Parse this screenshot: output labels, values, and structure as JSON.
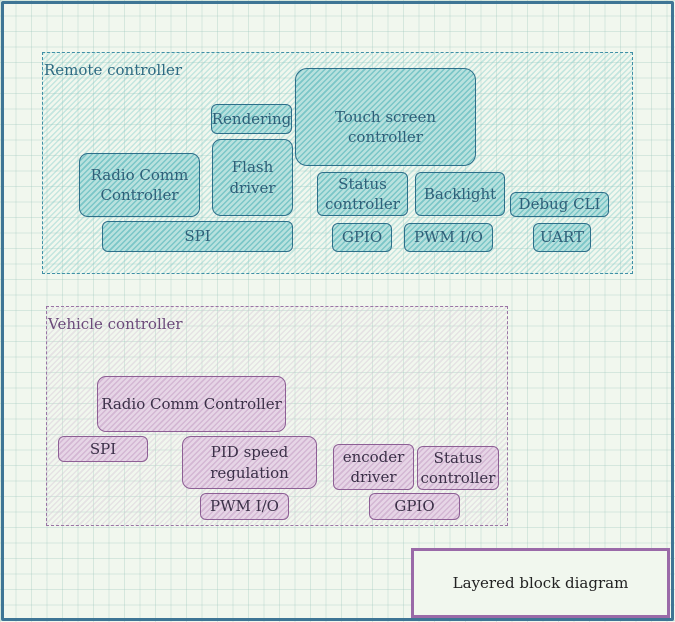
{
  "diagram": {
    "remote": {
      "label": "Remote controller",
      "blocks": {
        "rendering": "Rendering",
        "touch_screen": "Touch screen controller",
        "radio_comm": "Radio Comm\nController",
        "flash": "Flash\ndriver",
        "status": "Status\ncontroller",
        "backlight": "Backlight",
        "debug_cli": "Debug CLI",
        "spi": "SPI",
        "gpio": "GPIO",
        "pwm": "PWM I/O",
        "uart": "UART"
      }
    },
    "vehicle": {
      "label": "Vehicle controller",
      "blocks": {
        "radio_comm": "Radio Comm Controller",
        "spi": "SPI",
        "pid": "PID speed\nregulation",
        "encoder": "encoder\ndriver",
        "status": "Status\ncontroller",
        "pwm": "PWM I/O",
        "gpio": "GPIO"
      }
    },
    "legend": "Layered block diagram",
    "colors": {
      "remote_accent": "#3f8fa6",
      "vehicle_accent": "#9a74a5",
      "outer_border": "#3e7595"
    }
  }
}
